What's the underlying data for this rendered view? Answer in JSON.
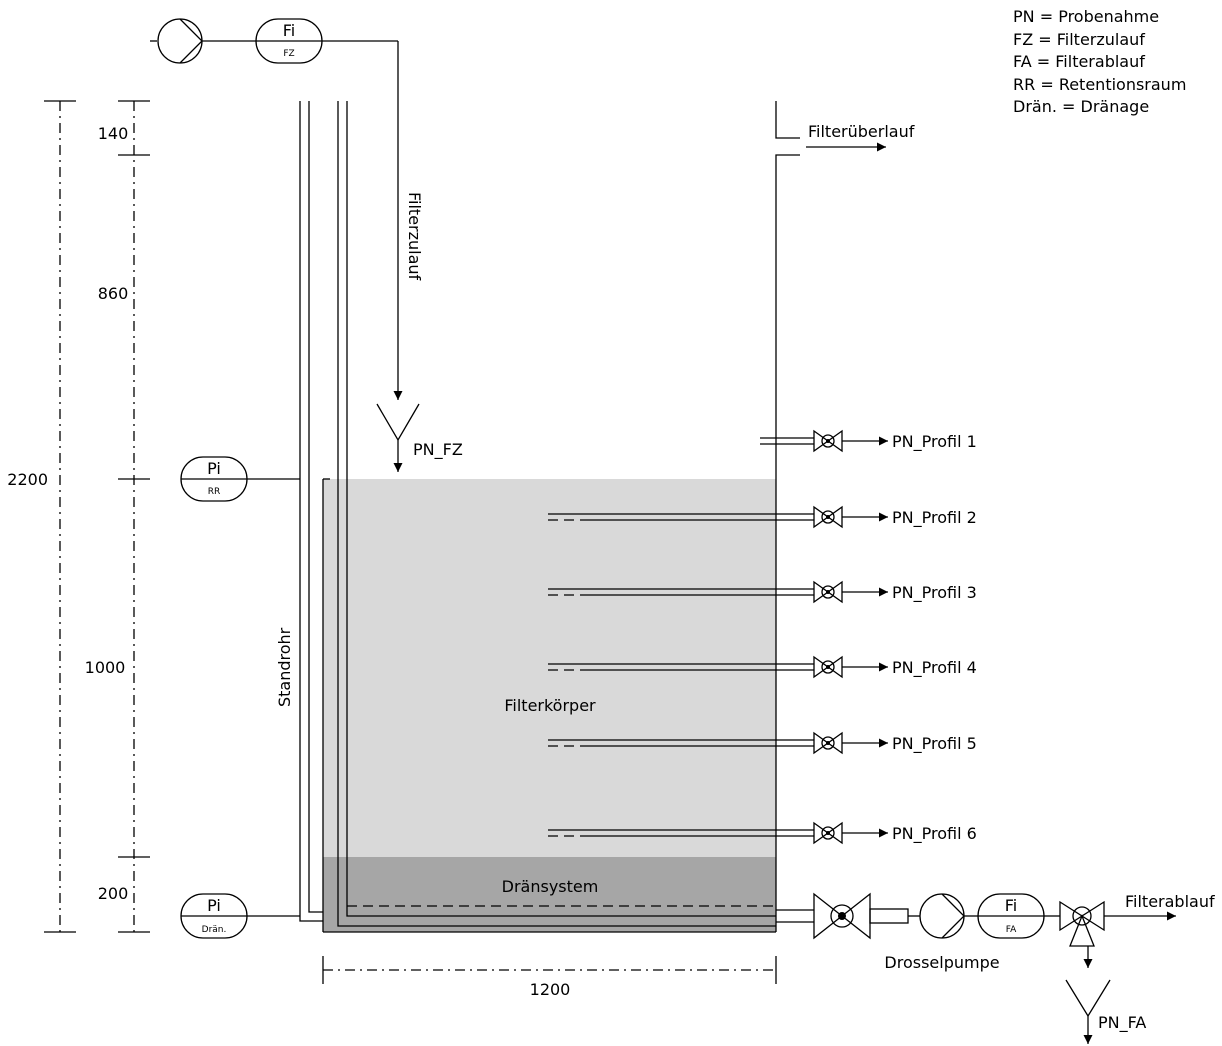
{
  "legend": [
    "PN = Probenahme",
    "FZ = Filterzulauf",
    "FA = Filterablauf",
    "RR = Retentionsraum",
    "Drän. = Dränage"
  ],
  "labels": {
    "filterzulauf": "Filterzulauf",
    "filterueberlauf": "Filterüberlauf",
    "pn_fz": "PN_FZ",
    "pn_fa": "PN_FA",
    "standrohr": "Standrohr",
    "filterkoerper": "Filterkörper",
    "draensystem": "Dränsystem",
    "drosselpumpe": "Drosselpumpe",
    "filterablauf": "Filterablauf"
  },
  "dimensions": {
    "total": "2200",
    "d140": "140",
    "d860": "860",
    "d1000": "1000",
    "d200": "200",
    "width": "1200"
  },
  "instruments": {
    "fi_fz": {
      "top": "Fi",
      "bottom": "FZ"
    },
    "pi_rr": {
      "top": "Pi",
      "bottom": "RR"
    },
    "pi_draen": {
      "top": "Pi",
      "bottom": "Drän."
    },
    "fi_fa": {
      "top": "Fi",
      "bottom": "FA"
    }
  },
  "profiles": [
    "PN_Profil 1",
    "PN_Profil 2",
    "PN_Profil 3",
    "PN_Profil 4",
    "PN_Profil 5",
    "PN_Profil 6"
  ],
  "colors": {
    "filter_body": "#d9d9d9",
    "drain_layer": "#a6a6a6",
    "line": "#000000"
  }
}
